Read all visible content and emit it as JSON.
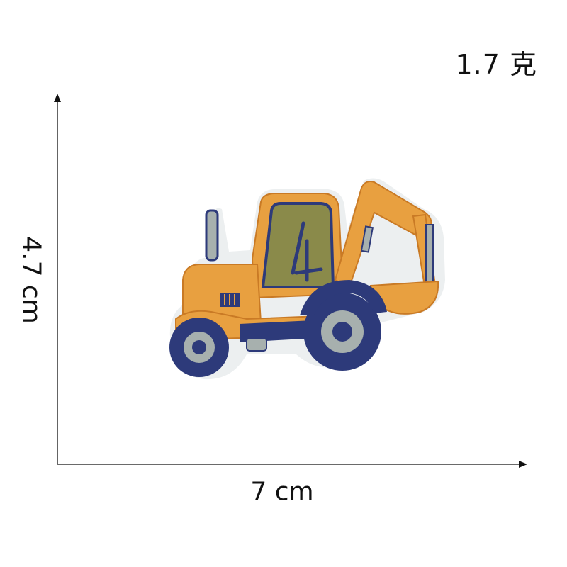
{
  "weight_label": "1.7 克",
  "height_label": "4.7 cm",
  "width_label": "7 cm",
  "colors": {
    "orange": "#e8a040",
    "orange_dark": "#c97a25",
    "navy": "#2d3a7a",
    "olive": "#8a8a4a",
    "gray": "#a7b0ae",
    "backing": "#eceff0"
  },
  "icons": [
    "excavator-patch-image"
  ]
}
